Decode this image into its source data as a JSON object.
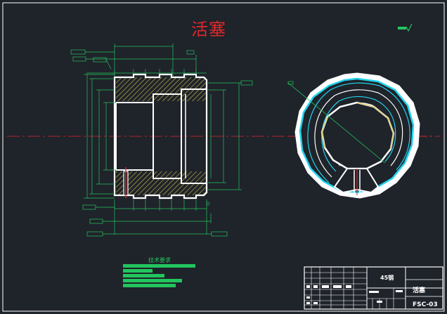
{
  "drawing": {
    "title": "活塞",
    "title_color": "#e0282c",
    "background": "#1f232a",
    "line_colors": {
      "outline": "#ffffff",
      "dimension": "#22c55e",
      "centerline": "#e0282c",
      "hatch": "#d4c24a",
      "cyan": "#22d3ee"
    }
  },
  "technical_requirements": {
    "heading": "技术要求"
  },
  "title_block": {
    "material": "45钢",
    "part_name": "活塞",
    "drawing_number": "FSC-03"
  }
}
